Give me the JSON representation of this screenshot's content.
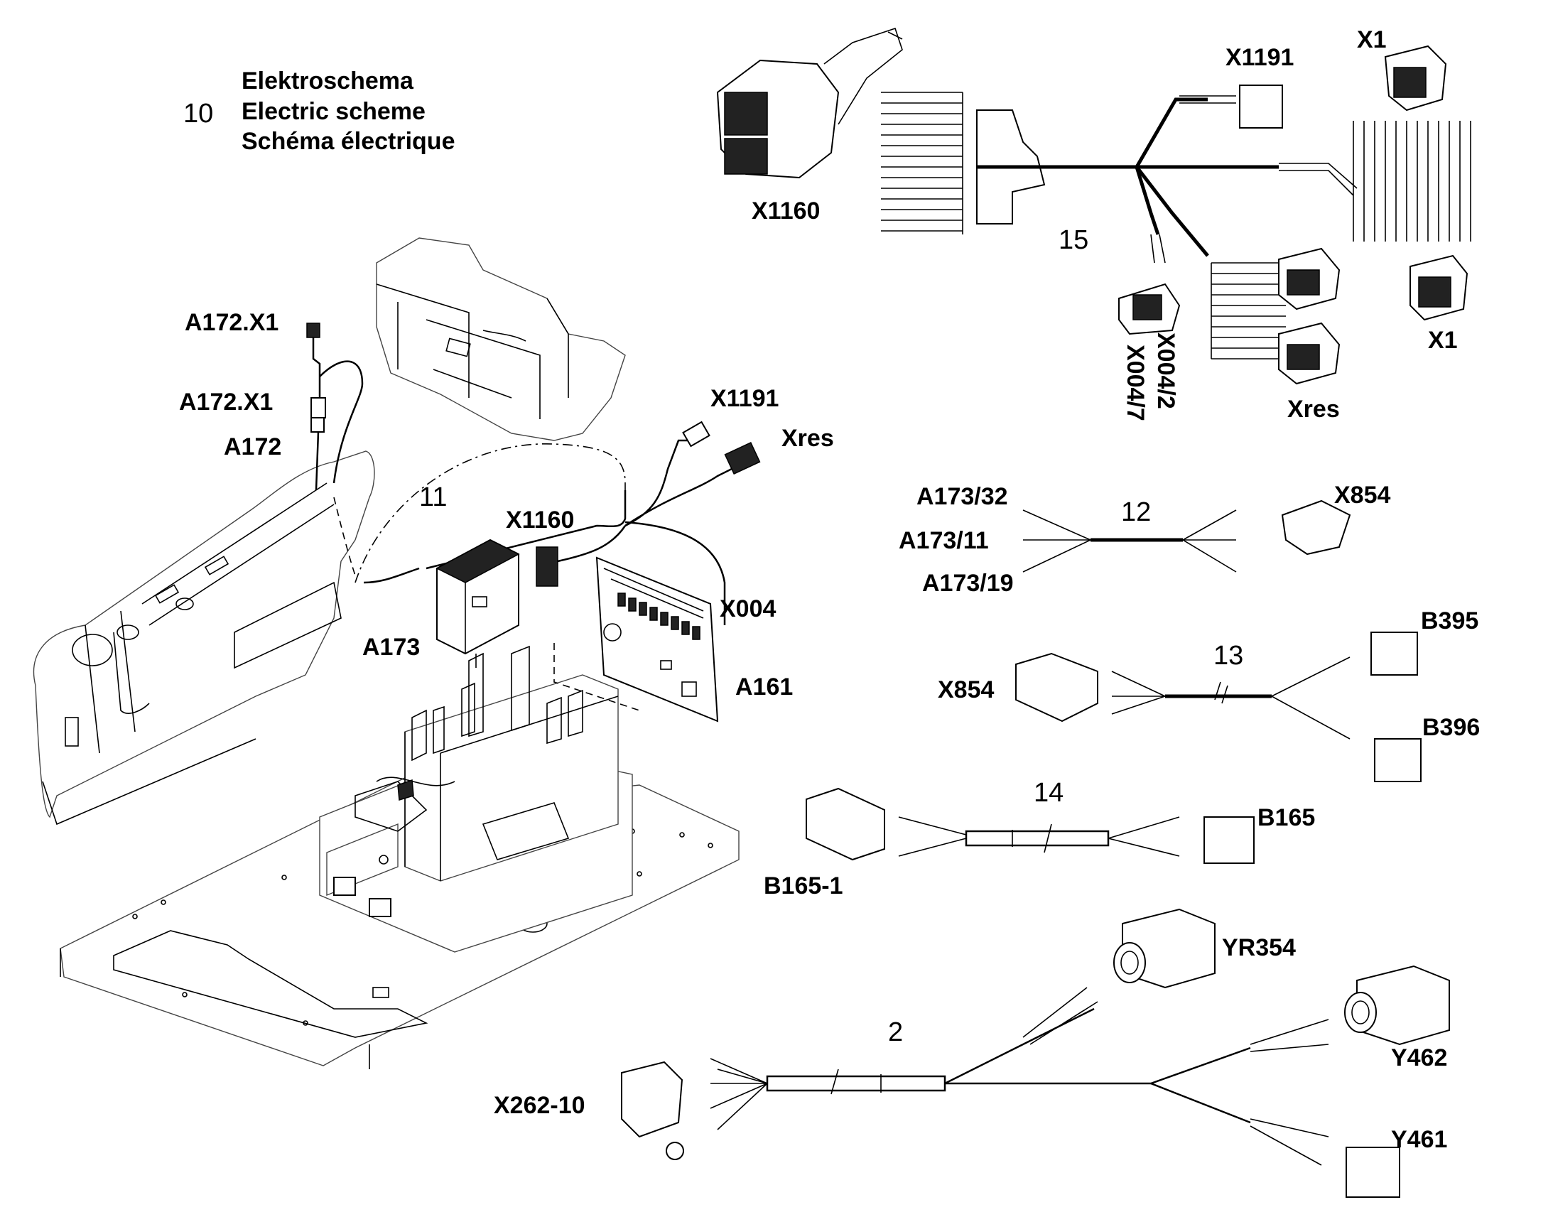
{
  "title_block": {
    "number": "10",
    "line1": "Elektroschema",
    "line2": "Electric scheme",
    "line3": "Schéma électrique"
  },
  "callouts": {
    "n2": "2",
    "n11": "11",
    "n12": "12",
    "n13": "13",
    "n14": "14",
    "n15": "15"
  },
  "labels": {
    "a172_x1_top": "A172.X1",
    "a172_x1_bottom": "A172.X1",
    "a172": "A172",
    "x1191_left": "X1191",
    "xres_left": "Xres",
    "x1160_left": "X1160",
    "a173": "A173",
    "x004": "X004",
    "a161": "A161",
    "x1160_top": "X1160",
    "x1191_top": "X1191",
    "x1_top": "X1",
    "x1_right": "X1",
    "x004_2": "X004/2",
    "x004_7": "X004/7",
    "xres_right": "Xres",
    "a173_32": "A173/32",
    "a173_11": "A173/11",
    "a173_19": "A173/19",
    "x854_top": "X854",
    "x854_left": "X854",
    "b395": "B395",
    "b396": "B396",
    "b165_1": "B165-1",
    "b165": "B165",
    "yr354": "YR354",
    "y462": "Y462",
    "x262_10": "X262-10",
    "y461": "Y461"
  }
}
